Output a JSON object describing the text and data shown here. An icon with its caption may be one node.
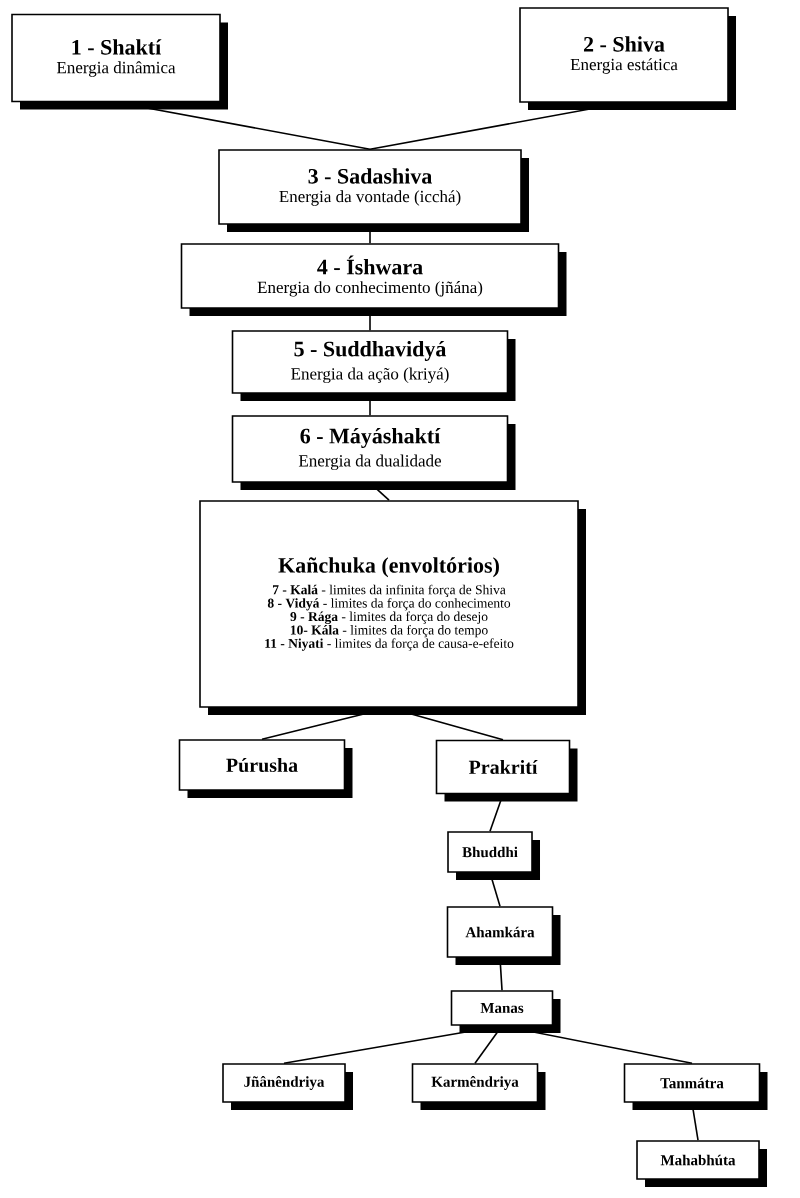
{
  "diagram": {
    "nodes": [
      {
        "text": [
          "1 - Shaktí",
          "Energia dinâmica"
        ]
      },
      {
        "text": [
          "2 - Shiva",
          "Energia estática"
        ]
      },
      {
        "text": [
          "3 - Sadashiva",
          "Energia da vontade (icchá)"
        ]
      },
      {
        "text": [
          "4 - Íshwara",
          "Energia do conhecimento (jñána)"
        ]
      },
      {
        "text": [
          "5 - Suddhavidyá",
          "Energia da ação (kriyá)"
        ]
      },
      {
        "text": [
          "6 - Máyáshaktí",
          "Energia da dualidade"
        ]
      },
      {
        "text": [
          "Kañchuka (envoltórios)",
          "**7 - Kalá** - limites da infinita força de Shiva",
          "**8 - Vidyá** - limites da força do conhecimento",
          "**9 - Rága** - limites da força do desejo",
          "**10- Kála** - limites da força do tempo",
          "**11 - Niyati** - limites da força de causa-e-efeito"
        ]
      },
      {
        "text": [
          "Púrusha"
        ]
      },
      {
        "text": [
          "Prakrití"
        ]
      },
      {
        "text": [
          "Bhuddhi"
        ]
      },
      {
        "text": [
          "Ahamkára"
        ]
      },
      {
        "text": [
          "Manas"
        ]
      },
      {
        "text": [
          "Jñânêndriya"
        ]
      },
      {
        "text": [
          "Karmêndriya"
        ]
      },
      {
        "text": [
          "Tanmátra"
        ]
      },
      {
        "text": [
          "Mahabhúta"
        ]
      }
    ],
    "edges": [
      {
        "from": 0,
        "to": 2,
        "arrow": "none"
      },
      {
        "from": 1,
        "to": 2,
        "arrow": "none"
      },
      {
        "from": 2,
        "to": 3,
        "arrow": "none"
      },
      {
        "from": 3,
        "to": 4,
        "arrow": "none"
      },
      {
        "from": 4,
        "to": 5,
        "arrow": "none"
      },
      {
        "from": 5,
        "to": 6,
        "arrow": "none"
      },
      {
        "from": 6,
        "to": 7,
        "arrow": "none"
      },
      {
        "from": 6,
        "to": 8,
        "arrow": "none"
      },
      {
        "from": 8,
        "to": 9,
        "arrow": "none"
      },
      {
        "from": 9,
        "to": 10,
        "arrow": "none"
      },
      {
        "from": 10,
        "to": 11,
        "arrow": "none"
      },
      {
        "from": 11,
        "to": 12,
        "arrow": "none"
      },
      {
        "from": 11,
        "to": 13,
        "arrow": "none"
      },
      {
        "from": 11,
        "to": 14,
        "arrow": "none"
      },
      {
        "from": 14,
        "to": 15,
        "arrow": "none"
      }
    ]
  }
}
